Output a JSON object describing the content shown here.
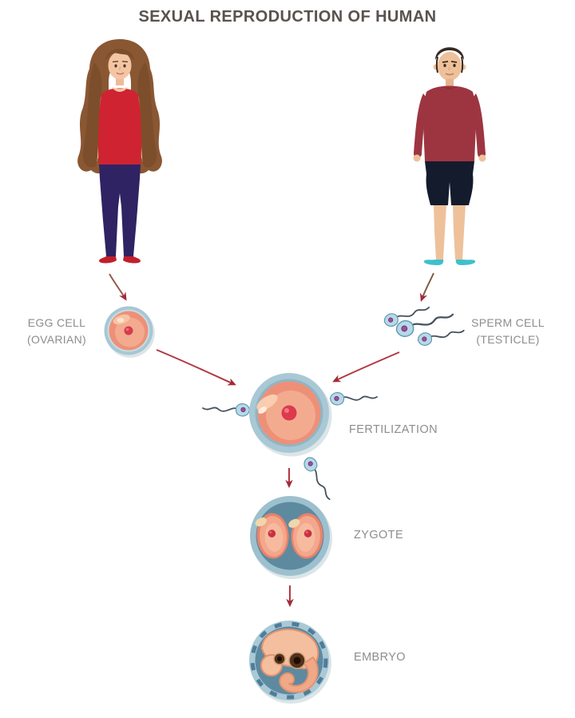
{
  "title": "SEXUAL REPRODUCTION OF HUMAN",
  "labels": {
    "egg": {
      "line1": "EGG CELL",
      "line2": "(OVARIAN)"
    },
    "sperm": {
      "line1": "SPERM CELL",
      "line2": "(TESTICLE)"
    },
    "fertilization": "FERTILIZATION",
    "zygote": "ZYGOTE",
    "embryo": "EMBRYO"
  },
  "icons": {
    "woman": "woman-figure",
    "man": "man-figure",
    "egg_cell": "egg-cell-icon",
    "sperm_cells": "sperm-cells-icon",
    "fertilized_egg": "fertilized-egg-icon",
    "zygote": "zygote-icon",
    "embryo": "embryo-icon",
    "arrow": "flow-arrow-icon"
  },
  "colors": {
    "background": "#ffffff",
    "title_text": "#59524f",
    "label_text": "#8d8d8d",
    "arrow_red": "#b23842",
    "arrow_head": "#a32939",
    "cell_ring_blue": "#a9c8d5",
    "cell_body_salmon": "#ee9078",
    "nucleus_red": "#dd3a4e",
    "cytoplasm_blue": "#5e8aa0",
    "sperm_head_blue": "#b7d9e7",
    "sperm_dot_purple": "#9c4f98",
    "woman_top_red": "#cf2331",
    "woman_pants_navy": "#2f2363",
    "woman_hair_brown": "#8a5733",
    "man_shirt_maroon": "#9d3540",
    "man_shorts_dark": "#141b2d",
    "man_shoes_teal": "#3fc0cb",
    "skin_tone": "#f3c5a3"
  }
}
